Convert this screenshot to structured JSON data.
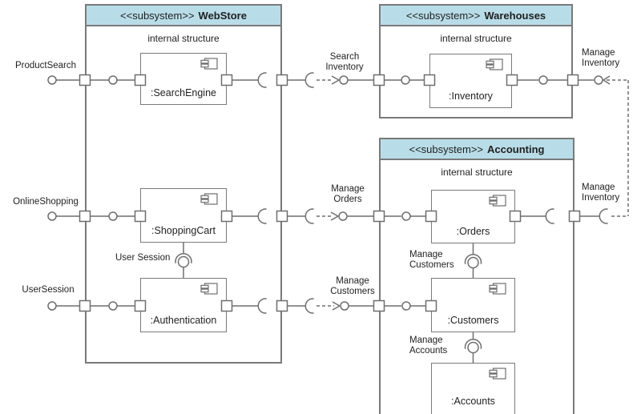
{
  "colors": {
    "header_fill": "#b9dde8",
    "line": "#6e6e6e",
    "border": "#7a7a7a",
    "text": "#1f1f1f",
    "background": "#ffffff"
  },
  "subsystems": {
    "webstore": {
      "stereotype": "<<subsystem>>",
      "name": "WebStore",
      "structure_label": "internal structure"
    },
    "warehouses": {
      "stereotype": "<<subsystem>>",
      "name": "Warehouses",
      "structure_label": "internal structure"
    },
    "accounting": {
      "stereotype": "<<subsystem>>",
      "name": "Accounting",
      "structure_label": "internal structure"
    }
  },
  "components": {
    "search_engine": ":SearchEngine",
    "shopping_cart": ":ShoppingCart",
    "authentication": ":Authentication",
    "inventory": ":Inventory",
    "orders": ":Orders",
    "customers": ":Customers",
    "accounts": ":Accounts"
  },
  "interfaces": {
    "product_search": "ProductSearch",
    "online_shopping": "OnlineShopping",
    "user_session": "UserSession"
  },
  "connectors": {
    "search_inventory": {
      "line1": "Search",
      "line2": "Inventory"
    },
    "manage_orders": {
      "line1": "Manage",
      "line2": "Orders"
    },
    "manage_customers": {
      "line1": "Manage",
      "line2": "Customers"
    },
    "manage_inventory_top": {
      "line1": "Manage",
      "line2": "Inventory"
    },
    "manage_inventory_side": {
      "line1": "Manage",
      "line2": "Inventory"
    },
    "user_session_assembly": {
      "label": "User Session"
    },
    "manage_customers_inner": {
      "line1": "Manage",
      "line2": "Customers"
    },
    "manage_accounts_inner": {
      "line1": "Manage",
      "line2": "Accounts"
    }
  }
}
